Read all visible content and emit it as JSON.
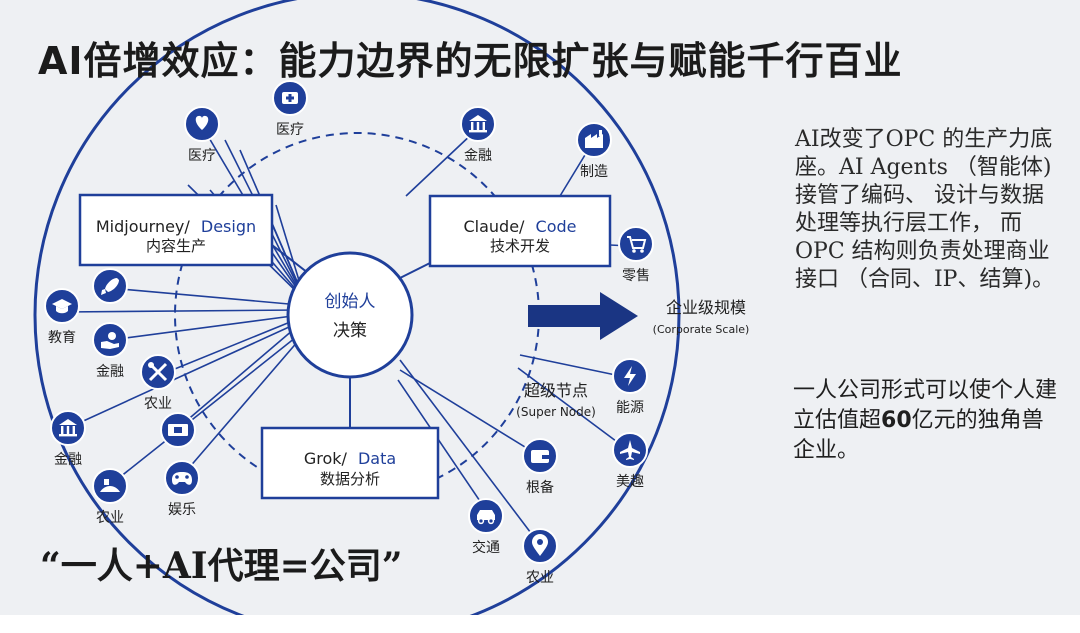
{
  "title": "AI倍增效应：能力边界的无限扩张与赋能千行百业",
  "center": {
    "line1": "创始人",
    "line2": "决策"
  },
  "boxes": {
    "midjourney": {
      "name": "Midjourney/",
      "tag": "Design",
      "sub": "内容生产"
    },
    "claude": {
      "name": "Claude/",
      "tag": "Code",
      "sub": "技术开发"
    },
    "grok": {
      "name": "Grok/",
      "tag": "Data",
      "sub": "数据分析"
    }
  },
  "arrow": {
    "label": "企业级规模",
    "sub": "(Corporate Scale)"
  },
  "super_node": {
    "label": "超级节点",
    "sub": "(Super Node)"
  },
  "icons": [
    {
      "id": "medical-a",
      "label": "医疗",
      "icon": "heart-icon"
    },
    {
      "id": "medical-b",
      "label": "医疗",
      "icon": "first-aid-icon"
    },
    {
      "id": "finance-top",
      "label": "金融",
      "icon": "bank-icon"
    },
    {
      "id": "manufacturing",
      "label": "制造",
      "icon": "factory-icon"
    },
    {
      "id": "retail",
      "label": "零售",
      "icon": "cart-icon"
    },
    {
      "id": "energy",
      "label": "能源",
      "icon": "bolt-icon"
    },
    {
      "id": "travel",
      "label": "美趣",
      "icon": "plane-icon"
    },
    {
      "id": "agri-bottom",
      "label": "农业",
      "icon": "pin-icon"
    },
    {
      "id": "transport",
      "label": "交通",
      "icon": "car-icon"
    },
    {
      "id": "reserve",
      "label": "根备",
      "icon": "wallet-icon"
    },
    {
      "id": "education",
      "label": "教育",
      "icon": "graduation-icon"
    },
    {
      "id": "rocket",
      "label": "",
      "icon": "rocket-icon"
    },
    {
      "id": "finance-mid",
      "label": "金融",
      "icon": "hand-coin-icon"
    },
    {
      "id": "agri-mid",
      "label": "农业",
      "icon": "tools-icon"
    },
    {
      "id": "finance-low",
      "label": "金融",
      "icon": "bank-icon"
    },
    {
      "id": "film",
      "label": "",
      "icon": "film-icon"
    },
    {
      "id": "agri-low",
      "label": "农业",
      "icon": "farm-icon"
    },
    {
      "id": "entertainment",
      "label": "娱乐",
      "icon": "gamepad-icon"
    }
  ],
  "note1": "AI改变了OPC 的生产力底座。AI Agents （智能体)接管了编码、 设计与数据处理等执行层工作， 而OPC 结构则负责处理商业接口 （合同、IP、结算)。",
  "note2": {
    "before": "一人公司形式可以使个人建立估值超",
    "number": "60",
    "after": "亿元的独角兽企业。"
  },
  "slogan": "“一人+AI代理=公司”",
  "colors": {
    "primary": "#1f3f9a",
    "dark_blue": "#1a3583",
    "text": "#222222"
  }
}
